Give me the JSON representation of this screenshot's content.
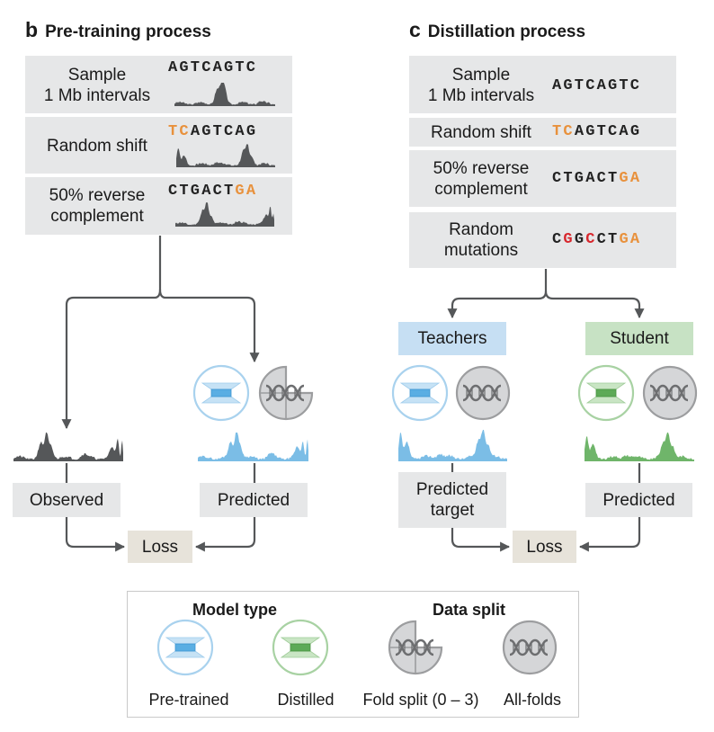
{
  "panels": {
    "pretraining": {
      "letter": "b",
      "title": "Pre-training process",
      "steps": [
        {
          "label_lines": [
            "Sample",
            "1 Mb intervals"
          ],
          "sequence": [
            {
              "t": "AGTCAGTC",
              "c": "k"
            }
          ]
        },
        {
          "label_lines": [
            "Random shift"
          ],
          "sequence": [
            {
              "t": "TC",
              "c": "o"
            },
            {
              "t": "AGTCAG",
              "c": "k"
            }
          ]
        },
        {
          "label_lines": [
            "50% reverse",
            "complement"
          ],
          "sequence": [
            {
              "t": "CTGACT",
              "c": "k"
            },
            {
              "t": "GA",
              "c": "o"
            }
          ]
        }
      ],
      "observed_label": "Observed",
      "predicted_label": "Predicted",
      "loss_label": "Loss"
    },
    "distillation": {
      "letter": "c",
      "title": "Distillation process",
      "steps": [
        {
          "label_lines": [
            "Sample",
            "1 Mb intervals"
          ],
          "sequence": [
            {
              "t": "AGTCAGTC",
              "c": "k"
            }
          ]
        },
        {
          "label_lines": [
            "Random shift"
          ],
          "sequence": [
            {
              "t": "TC",
              "c": "o"
            },
            {
              "t": "AGTCAG",
              "c": "k"
            }
          ]
        },
        {
          "label_lines": [
            "50% reverse",
            "complement"
          ],
          "sequence": [
            {
              "t": "CTGACT",
              "c": "k"
            },
            {
              "t": "GA",
              "c": "o"
            }
          ]
        },
        {
          "label_lines": [
            "Random",
            "mutations"
          ],
          "sequence": [
            {
              "t": "C",
              "c": "k"
            },
            {
              "t": "G",
              "c": "r"
            },
            {
              "t": "G",
              "c": "k"
            },
            {
              "t": "C",
              "c": "r"
            },
            {
              "t": "CT",
              "c": "k"
            },
            {
              "t": "GA",
              "c": "o"
            }
          ]
        }
      ],
      "teachers_label": "Teachers",
      "student_label": "Student",
      "predicted_target_lines": [
        "Predicted",
        "target"
      ],
      "predicted_label": "Predicted",
      "loss_label": "Loss"
    }
  },
  "legend": {
    "model_type_heading": "Model type",
    "data_split_heading": "Data split",
    "items": [
      {
        "label": "Pre-trained",
        "icon": "pretrained-model-icon"
      },
      {
        "label": "Distilled",
        "icon": "distilled-model-icon"
      },
      {
        "label": "Fold split (0 – 3)",
        "icon": "fold-split-icon"
      },
      {
        "label": "All-folds",
        "icon": "all-folds-icon"
      }
    ]
  },
  "colors": {
    "orange_base": "#e8913c",
    "red_mutation": "#d7262c",
    "observed_track": "#555759",
    "pretrained_blue": "#7bbde6",
    "distilled_green": "#6fb56a",
    "box_gray": "#e6e7e8",
    "loss_beige": "#e7e3da",
    "teachers_blue": "#c6dff3",
    "student_green": "#c7e2c4"
  }
}
